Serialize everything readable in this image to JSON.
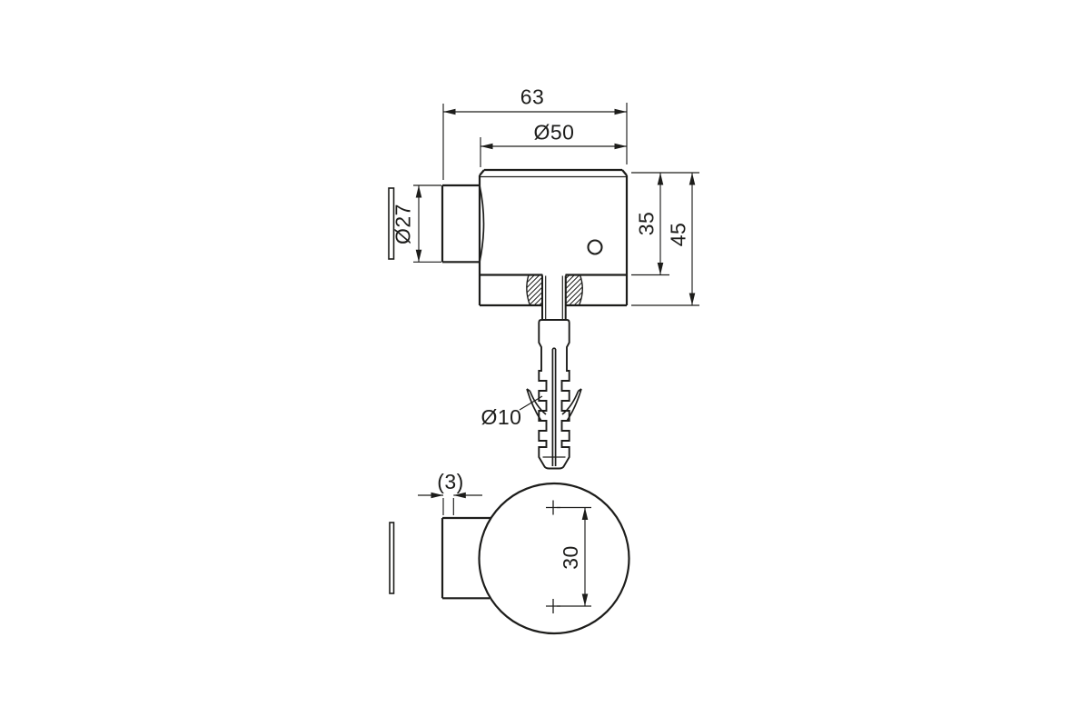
{
  "drawing": {
    "type": "technical-dimension-drawing",
    "subject": "floor/wall mounted door stop with rubber buffer and expansion wall plug",
    "colors": {
      "line": "#1d1d1b",
      "background": "#ffffff"
    },
    "views": {
      "side": {
        "dims": {
          "overall_width": "63",
          "body_diameter": "Ø50",
          "buffer_diameter": "Ø27",
          "body_height": "35",
          "overall_height": "45",
          "anchor_diameter": "Ø10"
        }
      },
      "plan": {
        "dims": {
          "center_spacing": "30",
          "pad_thickness": "(3)"
        }
      }
    }
  }
}
